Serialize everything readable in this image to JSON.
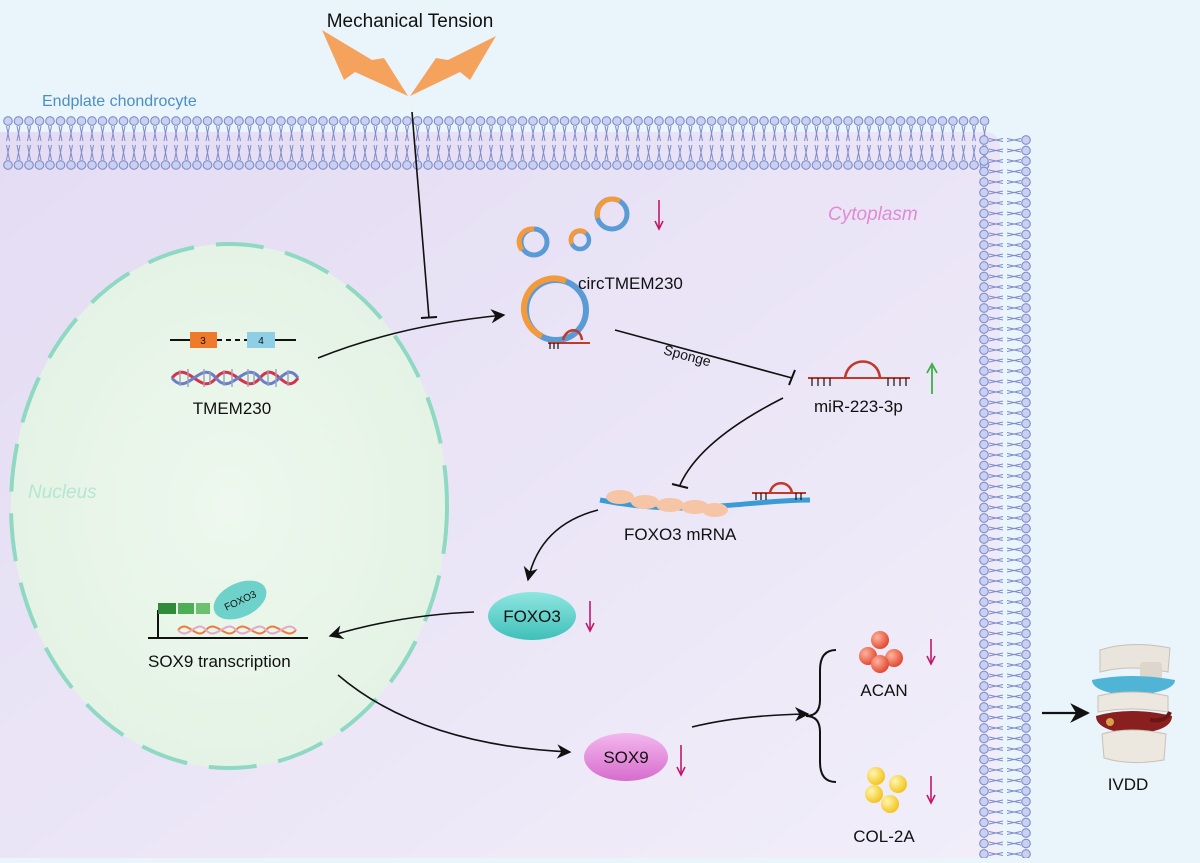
{
  "labels": {
    "stimulus": "Mechanical Tension",
    "cell": "Endplate chondrocyte",
    "cytoplasm": "Cytoplasm",
    "nucleus": "Nucleus",
    "gene": "TMEM230",
    "exon_a": "3",
    "exon_b": "4",
    "circrna": "circTMEM230",
    "sponge": "Sponge",
    "mirna": "miR-223-3p",
    "mrna": "FOXO3 mRNA",
    "protein": "FOXO3",
    "bound_factor": "FOXO3",
    "transcription": "SOX9  transcription",
    "sox9": "SOX9",
    "acan": "ACAN",
    "col2a": "COL-2A",
    "outcome": "IVDD"
  },
  "regulation": {
    "circrna": "down",
    "mirna": "up",
    "foxo3": "down",
    "sox9": "down",
    "acan": "down",
    "col2a": "down"
  },
  "colors": {
    "down_arrow": "#c2186b",
    "up_arrow": "#3fae49",
    "stimulus": "#f5a35c",
    "cell_label": "#4a8fc4",
    "cytoplasm_label": "#e08ad6",
    "nucleus_label": "#b6e6d2",
    "ring_blue": "#5b9bd5",
    "ring_orange": "#f39a3c",
    "foxo3_fill": "#59d1cb",
    "sox9_fill": "#e27fd9",
    "acan_fill": "#ec5b43",
    "col2a_fill": "#f7cf2c"
  }
}
